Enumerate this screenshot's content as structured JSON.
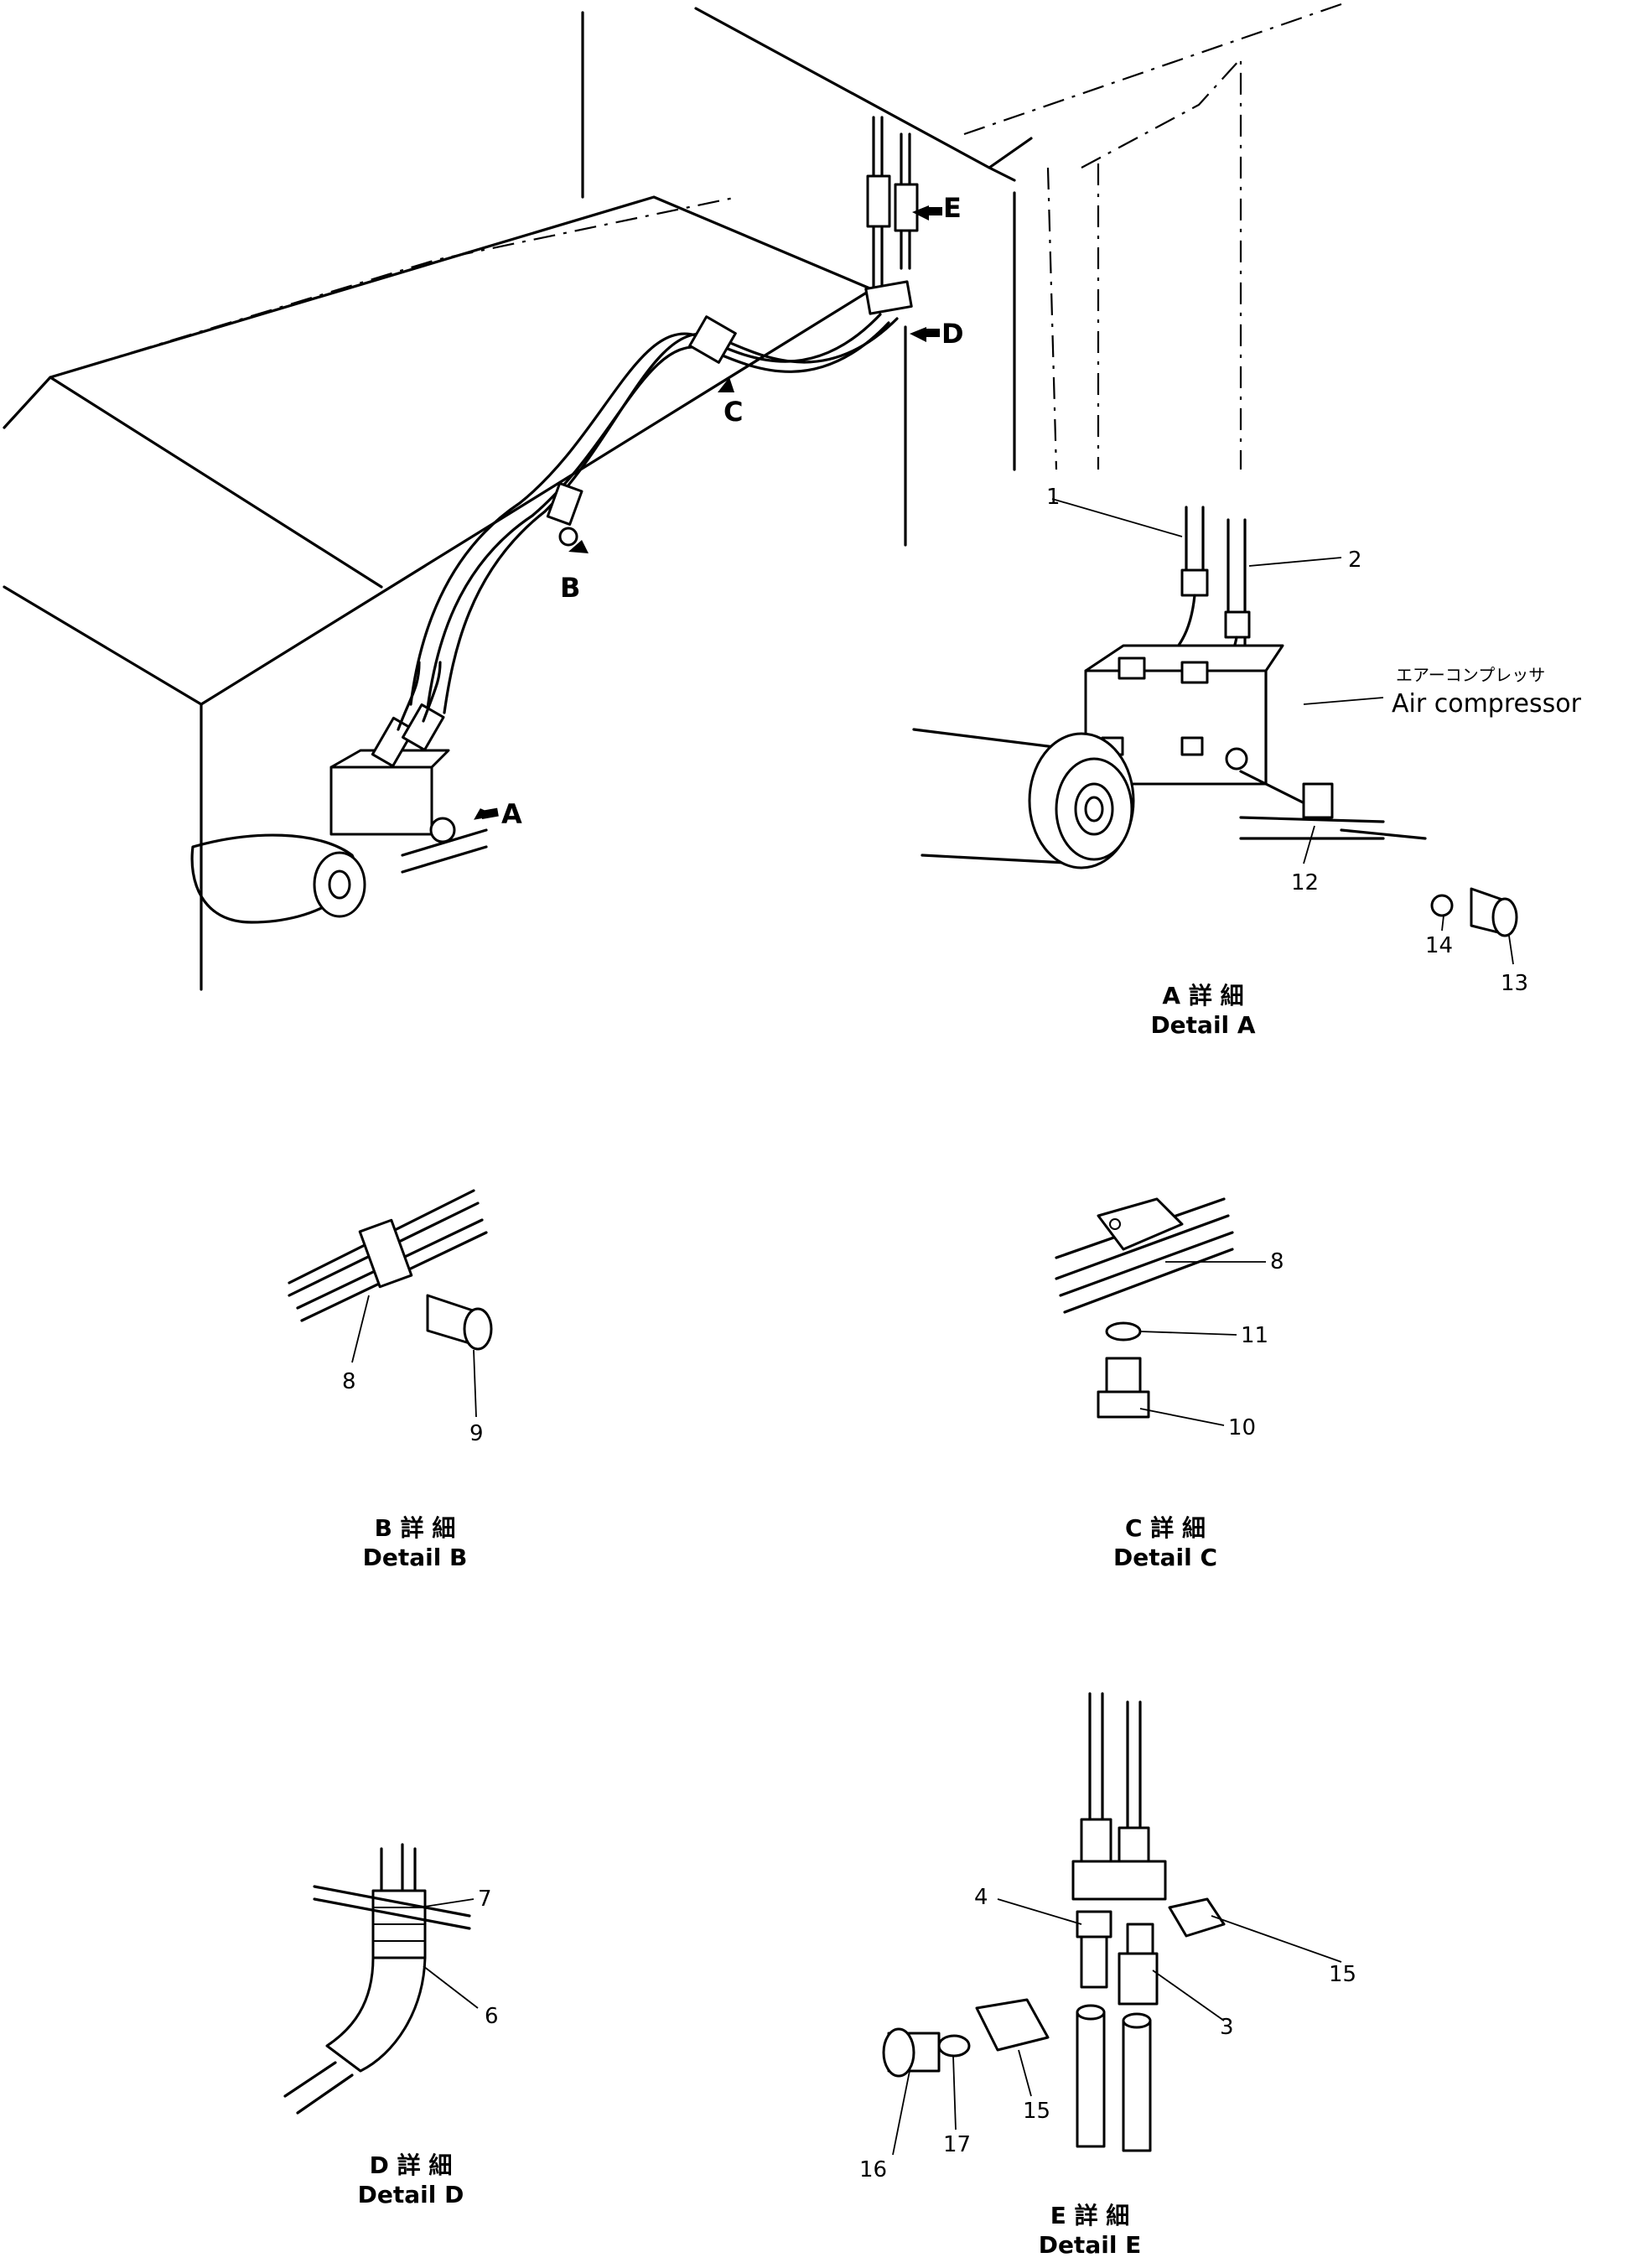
{
  "callouts": {
    "main": [
      "A",
      "B",
      "C",
      "D",
      "E"
    ]
  },
  "parts": {
    "p1": "1",
    "p2": "2",
    "p3": "3",
    "p4": "4",
    "p6": "6",
    "p7": "7",
    "p8b": "8",
    "p8c": "8",
    "p9": "9",
    "p10": "10",
    "p11": "11",
    "p12": "12",
    "p13": "13",
    "p14": "14",
    "p15a": "15",
    "p15b": "15",
    "p16": "16",
    "p17": "17"
  },
  "air_compressor": {
    "jp": "エアーコンプレッサ",
    "en": "Air compressor"
  },
  "details": [
    {
      "jp": "A 詳 細",
      "en": "Detail A"
    },
    {
      "jp": "B 詳 細",
      "en": "Detail B"
    },
    {
      "jp": "C 詳 細",
      "en": "Detail C"
    },
    {
      "jp": "D 詳 細",
      "en": "Detail D"
    },
    {
      "jp": "E 詳 細",
      "en": "Detail E"
    }
  ]
}
